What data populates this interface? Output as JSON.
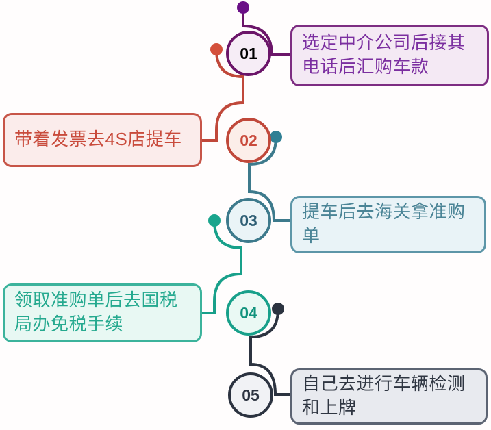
{
  "infographic": {
    "title": "",
    "background_color": "#fffdfd",
    "steps": [
      {
        "number": "01",
        "text": "选定中介公司后接其电话后汇购车款",
        "side": "right",
        "accent_color": "#6b1569",
        "bubble_fill": "#f4e9f4",
        "bubble_border": "#7d2d82",
        "text_color": "#7b2fa0",
        "circle_fill": "#f6edf6",
        "dot_color": "#6a0f86"
      },
      {
        "number": "02",
        "text": "带着发票去4S店提车",
        "side": "left",
        "accent_color": "#c0483a",
        "bubble_fill": "#fbeceb",
        "bubble_border": "#c75548",
        "text_color": "#c94b3c",
        "circle_fill": "#fceee9",
        "dot_color": "#d4503b"
      },
      {
        "number": "03",
        "text": "提车后去海关拿准购单",
        "side": "right",
        "accent_color": "#3d7a8c",
        "bubble_fill": "#e9f3f7",
        "bubble_border": "#5d96a8",
        "text_color": "#4a8496",
        "circle_fill": "#eaf4f7",
        "dot_color": "#2f7f94"
      },
      {
        "number": "04",
        "text": "领取准购单后去国税局办免税手续",
        "side": "left",
        "accent_color": "#18a08a",
        "bubble_fill": "#e8f8f3",
        "bubble_border": "#3cb39c",
        "text_color": "#25a98f",
        "circle_fill": "#eaf9f4",
        "dot_color": "#1aa58d"
      },
      {
        "number": "05",
        "text": "自己去进行车辆检测和上牌",
        "side": "right",
        "accent_color": "#2c3340",
        "bubble_fill": "#e8eaef",
        "bubble_border": "#5c6473",
        "text_color": "#2f3642",
        "circle_fill": "#f1f2f5",
        "dot_color": "#2c3340"
      }
    ]
  }
}
